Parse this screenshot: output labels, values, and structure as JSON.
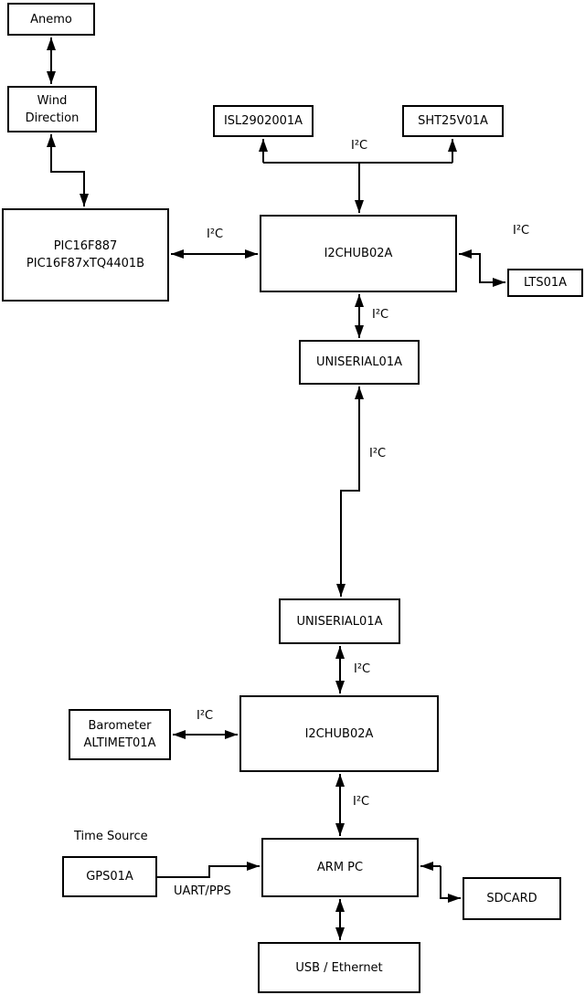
{
  "colors": {
    "background": "#ffffff",
    "line": "#000000"
  },
  "nodes": {
    "anemo": {
      "label": "Anemo"
    },
    "wind": {
      "line1": "Wind",
      "line2": "Direction"
    },
    "pic": {
      "line1": "PIC16F887",
      "line2": "PIC16F87xTQ4401B"
    },
    "isl": {
      "label": "ISL2902001A"
    },
    "sht": {
      "label": "SHT25V01A"
    },
    "hub1": {
      "label": "I2CHUB02A"
    },
    "lts": {
      "label": "LTS01A"
    },
    "uni1": {
      "label": "UNISERIAL01A"
    },
    "uni2": {
      "label": "UNISERIAL01A"
    },
    "hub2": {
      "label": "I2CHUB02A"
    },
    "baro": {
      "line1": "Barometer",
      "line2": "ALTIMET01A"
    },
    "gps": {
      "label": "GPS01A"
    },
    "armpc": {
      "label": "ARM PC"
    },
    "sdcard": {
      "label": "SDCARD"
    },
    "usb": {
      "label": "USB / Ethernet"
    }
  },
  "labels": {
    "i2c_pic_hub": "I²C",
    "i2c_sensors": "I²C",
    "i2c_lts": "I²C",
    "i2c_hub_uni": "I²C",
    "i2c_uni_uni": "I²C",
    "i2c_uni_hub2": "I²C",
    "i2c_baro": "I²C",
    "i2c_hub2_arm": "I²C",
    "time_source": "Time Source",
    "uart_pps": "UART/PPS"
  }
}
